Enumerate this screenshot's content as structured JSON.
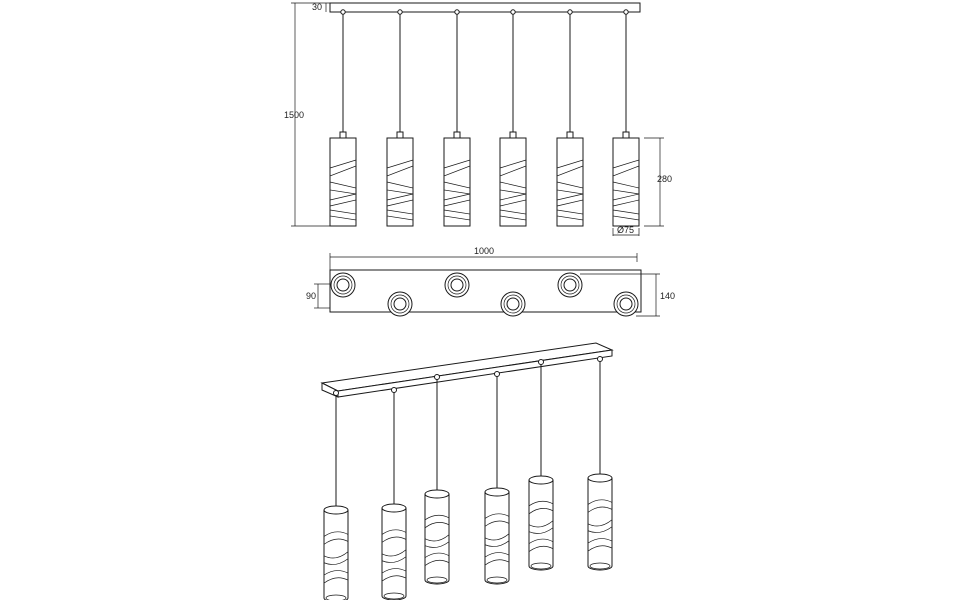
{
  "dimensions": {
    "canopy_height": "30",
    "total_height": "1500",
    "shade_height": "280",
    "shade_diameter": "Ø75",
    "canopy_length": "1000",
    "canopy_width": "90",
    "layout_depth": "140"
  },
  "colors": {
    "line": "#1a1a1a",
    "background": "#ffffff"
  }
}
